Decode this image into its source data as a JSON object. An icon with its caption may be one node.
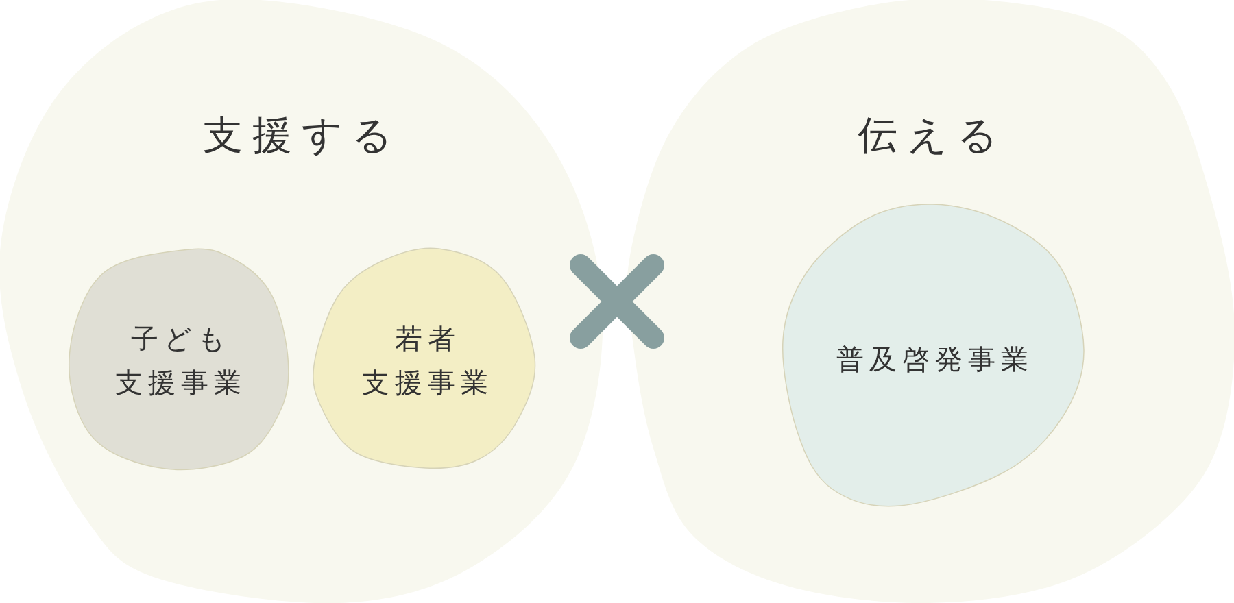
{
  "diagram": {
    "nodes": [
      {
        "text": [
          "支援する"
        ]
      },
      {
        "text": [
          "子ども支援事業"
        ],
        "in": 0
      },
      {
        "text": [
          "若者支援事業"
        ],
        "in": 0
      },
      {
        "text": [
          "伝える"
        ]
      },
      {
        "text": [
          "普及啓発事業"
        ],
        "in": 3
      }
    ]
  }
}
